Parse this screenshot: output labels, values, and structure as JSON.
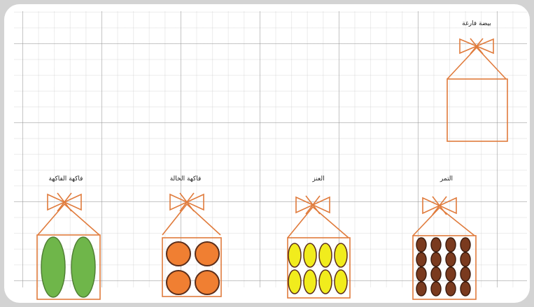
{
  "colors": {
    "bag_outline": "#e07b3c",
    "green_fruit": "#6fb64a",
    "orange_fruit": "#f07f32",
    "yellow_fruit": "#f1ec1d",
    "date_fruit": "#7a3a1e",
    "fruit_stroke": "#5a2d1a",
    "grid_line": "#b8b8b8"
  },
  "bags": [
    {
      "label": "بيضة فارغة",
      "fruit": "none",
      "rows": 0,
      "cols": 0
    },
    {
      "label": "فاكهة الفاكهة",
      "fruit": "green",
      "rows": 1,
      "cols": 2
    },
    {
      "label": "فاكهة الخالة",
      "fruit": "orange",
      "rows": 2,
      "cols": 2
    },
    {
      "label": "العنز",
      "fruit": "yellow",
      "rows": 2,
      "cols": 4
    },
    {
      "label": "التمر",
      "fruit": "dates",
      "rows": 4,
      "cols": 4
    }
  ]
}
